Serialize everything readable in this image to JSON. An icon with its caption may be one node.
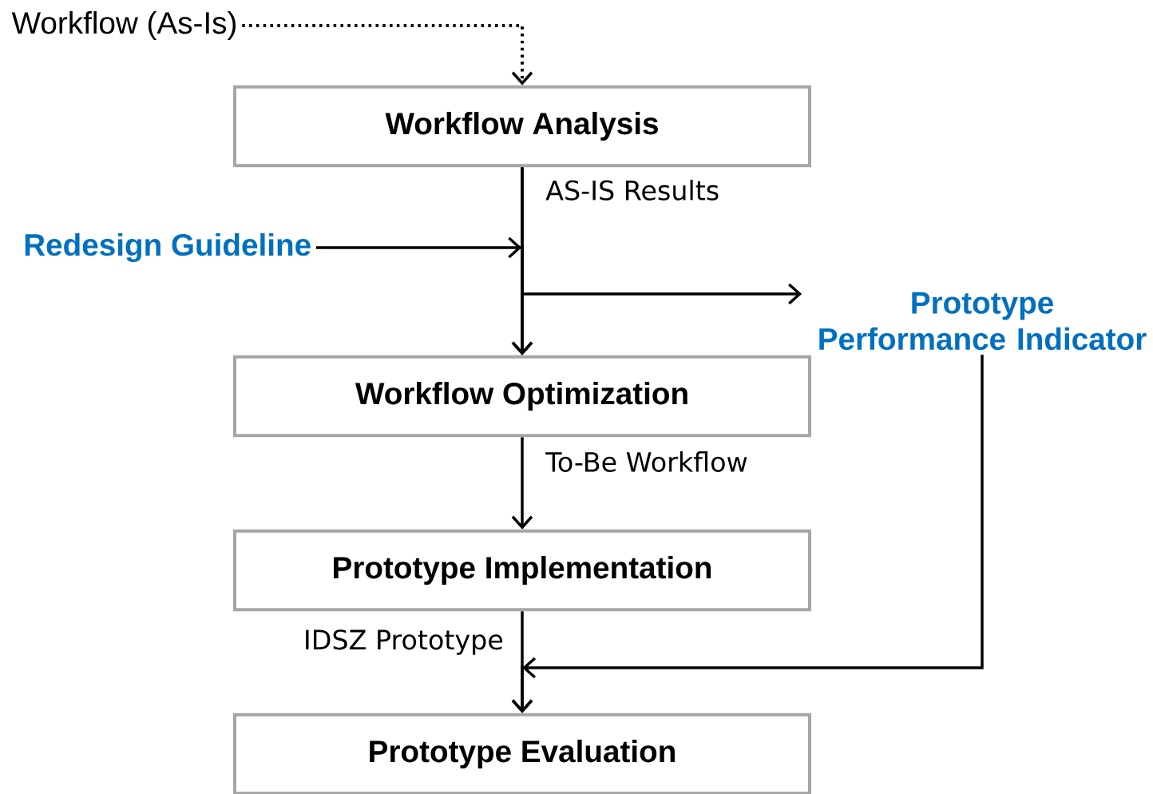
{
  "diagram": {
    "nodes": [
      {
        "text": [
          "Workflow (As-Is)"
        ]
      },
      {
        "text": [
          "Workflow Analysis"
        ]
      },
      {
        "text": [
          "Redesign Guideline"
        ]
      },
      {
        "text": [
          "Prototype Performance Indicator"
        ]
      },
      {
        "text": [
          "Workflow Optimization"
        ]
      },
      {
        "text": [
          "Prototype Implementation"
        ]
      },
      {
        "text": [
          "Prototype Evaluation"
        ]
      }
    ],
    "edges": [
      {
        "from": 0,
        "to": 1,
        "arrow": "to",
        "style": "dashed"
      },
      {
        "from": 1,
        "to": 4,
        "arrow": "to",
        "label": "AS-IS Results"
      },
      {
        "from": 2,
        "to": 4,
        "arrow": "to"
      },
      {
        "from": 1,
        "to": 3,
        "arrow": "to"
      },
      {
        "from": 4,
        "to": 5,
        "arrow": "to",
        "label": "To-Be Workflow"
      },
      {
        "from": 5,
        "to": 6,
        "arrow": "to",
        "label": "IDSZ Prototype"
      },
      {
        "from": 3,
        "to": 6,
        "arrow": "to"
      }
    ]
  }
}
